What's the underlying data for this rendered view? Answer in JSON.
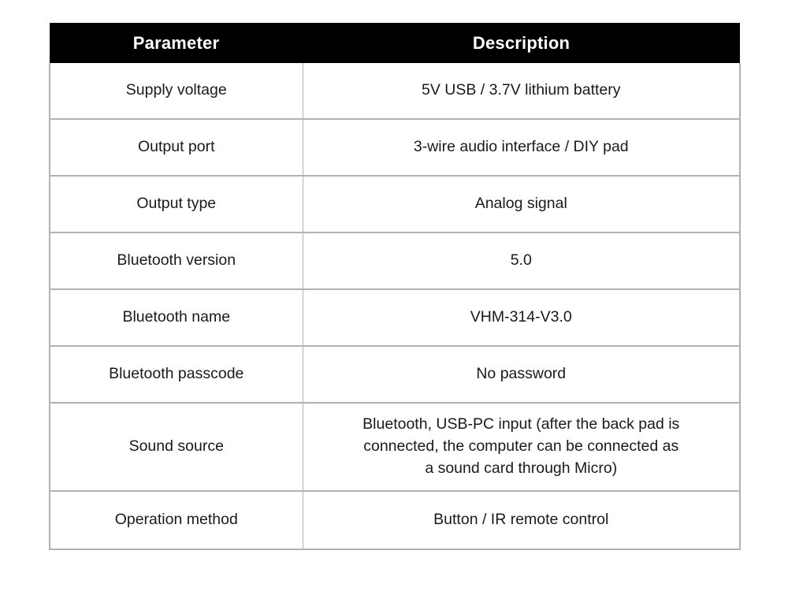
{
  "table": {
    "header": {
      "parameter_label": "Parameter",
      "description_label": "Description"
    },
    "colors": {
      "header_background": "#000000",
      "header_text": "#ffffff",
      "body_text": "#1a1a1a",
      "border": "#b2b2b2",
      "page_background": "#ffffff"
    },
    "rows": [
      {
        "parameter": "Supply voltage",
        "description": "5V USB / 3.7V lithium battery"
      },
      {
        "parameter": "Output port",
        "description": "3-wire audio interface / DIY pad"
      },
      {
        "parameter": "Output type",
        "description": "Analog signal"
      },
      {
        "parameter": "Bluetooth version",
        "description": "5.0"
      },
      {
        "parameter": "Bluetooth name",
        "description": "VHM-314-V3.0"
      },
      {
        "parameter": "Bluetooth passcode",
        "description": "No password"
      },
      {
        "parameter": "Sound source",
        "description": "Bluetooth, USB-PC input (after the back pad is\nconnected, the computer can be connected as\na sound card through Micro)"
      },
      {
        "parameter": "Operation method",
        "description": "Button / IR remote control"
      }
    ]
  }
}
